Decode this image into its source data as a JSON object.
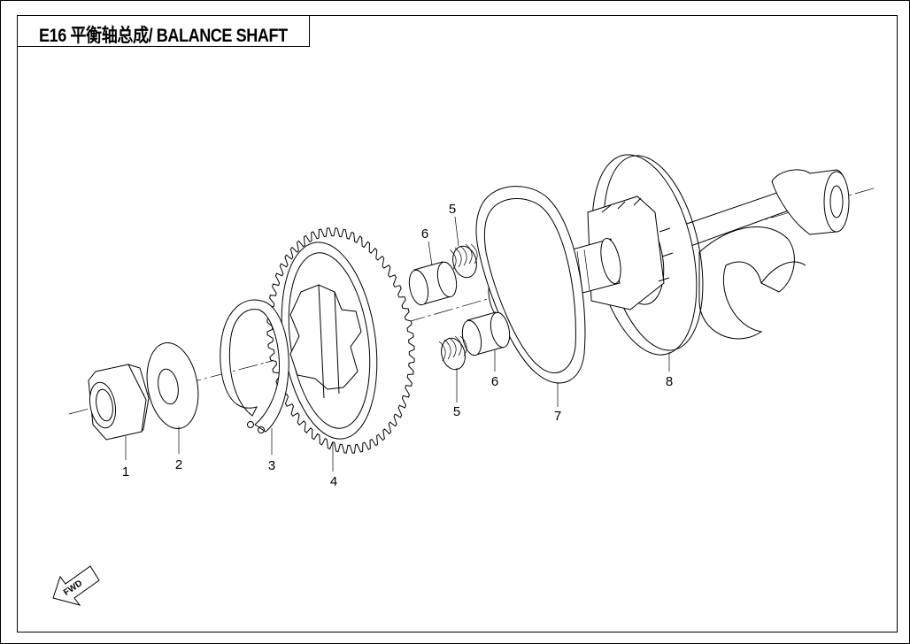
{
  "title": "E16  平衡轴总成/ BALANCE SHAFT",
  "fwd_label": "FWD",
  "callouts": [
    {
      "id": "1",
      "label": "1"
    },
    {
      "id": "2",
      "label": "2"
    },
    {
      "id": "3",
      "label": "3"
    },
    {
      "id": "4",
      "label": "4"
    },
    {
      "id": "5a",
      "label": "5"
    },
    {
      "id": "5b",
      "label": "5"
    },
    {
      "id": "6a",
      "label": "6"
    },
    {
      "id": "6b",
      "label": "6"
    },
    {
      "id": "7",
      "label": "7"
    },
    {
      "id": "8",
      "label": "8"
    }
  ]
}
